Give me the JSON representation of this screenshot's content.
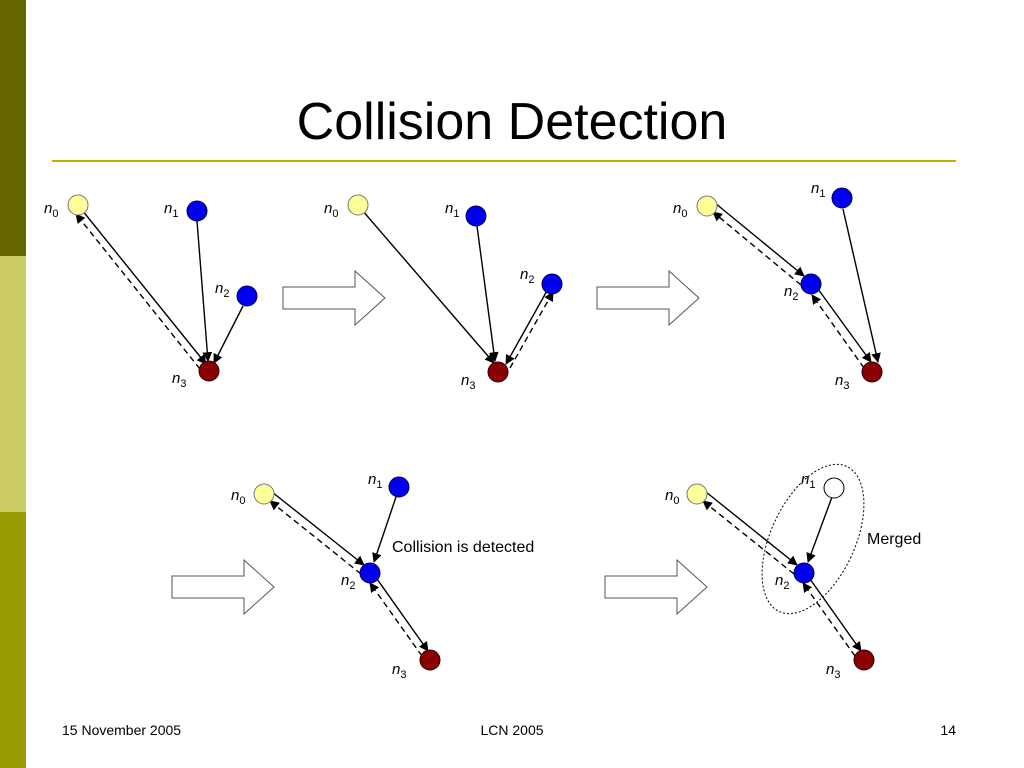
{
  "slide": {
    "title": "Collision Detection",
    "footer_left": "15 November 2005",
    "footer_center": "LCN 2005",
    "footer_right": "14"
  },
  "node_labels": {
    "n0": "n",
    "n0_sub": "0",
    "n1": "n",
    "n1_sub": "1",
    "n2": "n",
    "n2_sub": "2",
    "n3": "n",
    "n3_sub": "3"
  },
  "annotations": {
    "collision": "Collision is detected",
    "merged": "Merged"
  },
  "colors": {
    "stripe_dark": "#666600",
    "stripe_light": "#cccc66",
    "stripe_mid": "#999900",
    "rule": "#b5b500",
    "node_root": "#ffff99",
    "node_blue": "#0000ee",
    "node_sink": "#880000",
    "node_merged": "#ffffff"
  }
}
